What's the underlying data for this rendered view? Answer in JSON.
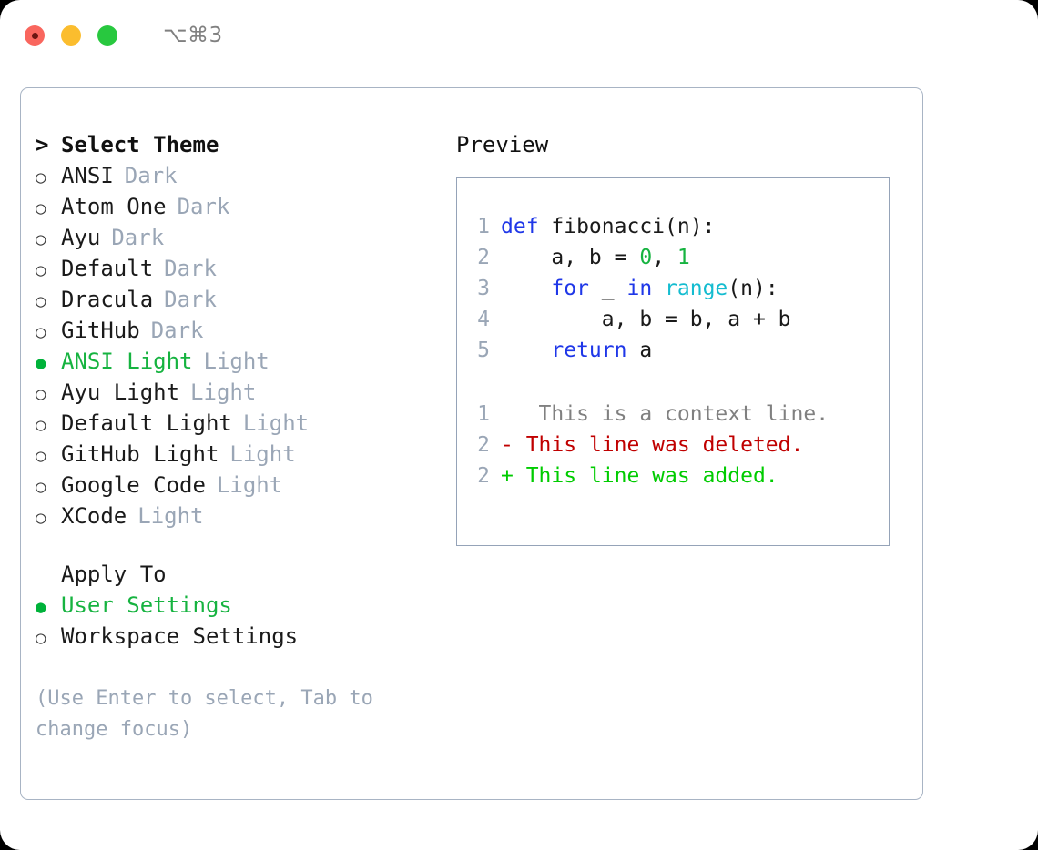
{
  "titlebar": {
    "shortcut": "⌥⌘3",
    "lights": [
      {
        "name": "close",
        "color": "#f9665e"
      },
      {
        "name": "minimize",
        "color": "#fbbd2e"
      },
      {
        "name": "zoom",
        "color": "#28c83f"
      }
    ]
  },
  "theme_list": {
    "marker": ">",
    "title": "Select Theme",
    "bullet_selected": "●",
    "bullet_unselected": "○",
    "items": [
      {
        "name": "ANSI",
        "variant": "Dark",
        "selected": false
      },
      {
        "name": "Atom One",
        "variant": "Dark",
        "selected": false
      },
      {
        "name": "Ayu",
        "variant": "Dark",
        "selected": false
      },
      {
        "name": "Default",
        "variant": "Dark",
        "selected": false
      },
      {
        "name": "Dracula",
        "variant": "Dark",
        "selected": false
      },
      {
        "name": "GitHub",
        "variant": "Dark",
        "selected": false
      },
      {
        "name": "ANSI Light",
        "variant": "Light",
        "selected": true
      },
      {
        "name": "Ayu Light",
        "variant": "Light",
        "selected": false
      },
      {
        "name": "Default Light",
        "variant": "Light",
        "selected": false
      },
      {
        "name": "GitHub Light",
        "variant": "Light",
        "selected": false
      },
      {
        "name": "Google Code",
        "variant": "Light",
        "selected": false
      },
      {
        "name": "XCode",
        "variant": "Light",
        "selected": false
      }
    ]
  },
  "apply_to": {
    "title": "Apply To",
    "items": [
      {
        "name": "User Settings",
        "selected": true
      },
      {
        "name": "Workspace Settings",
        "selected": false
      }
    ]
  },
  "hint": "(Use Enter to select, Tab to change focus)",
  "preview": {
    "title": "Preview",
    "code_lines": [
      {
        "lineno": "1",
        "tokens": [
          {
            "t": "def",
            "c": "kw"
          },
          {
            "t": " fibonacci(n):",
            "c": "id"
          }
        ]
      },
      {
        "lineno": "2",
        "tokens": [
          {
            "t": "    a, b = ",
            "c": "id"
          },
          {
            "t": "0",
            "c": "num"
          },
          {
            "t": ", ",
            "c": "id"
          },
          {
            "t": "1",
            "c": "num"
          }
        ]
      },
      {
        "lineno": "3",
        "tokens": [
          {
            "t": "    ",
            "c": "id"
          },
          {
            "t": "for",
            "c": "kw"
          },
          {
            "t": " _ ",
            "c": "id"
          },
          {
            "t": "in",
            "c": "kw"
          },
          {
            "t": " ",
            "c": "id"
          },
          {
            "t": "range",
            "c": "fn"
          },
          {
            "t": "(n):",
            "c": "id"
          }
        ]
      },
      {
        "lineno": "4",
        "tokens": [
          {
            "t": "        a, b = b, a + b",
            "c": "id"
          }
        ]
      },
      {
        "lineno": "5",
        "tokens": [
          {
            "t": "    ",
            "c": "id"
          },
          {
            "t": "return",
            "c": "kw"
          },
          {
            "t": " a",
            "c": "id"
          }
        ]
      }
    ],
    "diff_lines": [
      {
        "lineno": "1",
        "marker": " ",
        "text": "  This is a context line.",
        "kind": "context"
      },
      {
        "lineno": "2",
        "marker": "-",
        "text": " This line was deleted.",
        "kind": "deleted"
      },
      {
        "lineno": "2",
        "marker": "+",
        "text": " This line was added.",
        "kind": "added"
      }
    ]
  },
  "colors": {
    "accent_green": "#16b340",
    "muted": "#9aa6b6",
    "keyword": "#1f37e8",
    "number": "#16b340",
    "function": "#14bcd0",
    "diff_deleted": "#c00000",
    "diff_added": "#00cc00",
    "panel_border": "#a8b4c4",
    "preview_border": "#95a3b8"
  }
}
